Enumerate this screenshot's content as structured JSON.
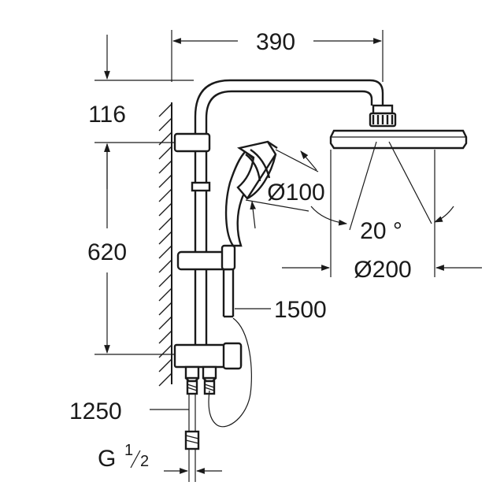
{
  "dimensions": {
    "width_top": "390",
    "height_arm": "116",
    "rail_length": "620",
    "hand_shower_diameter": "Ø100",
    "tilt_angle": "20 °",
    "head_shower_diameter": "Ø200",
    "hose_length": "1500",
    "inlet_length": "1250",
    "thread_prefix": "G",
    "thread_numerator": "1",
    "thread_denominator": "2"
  }
}
